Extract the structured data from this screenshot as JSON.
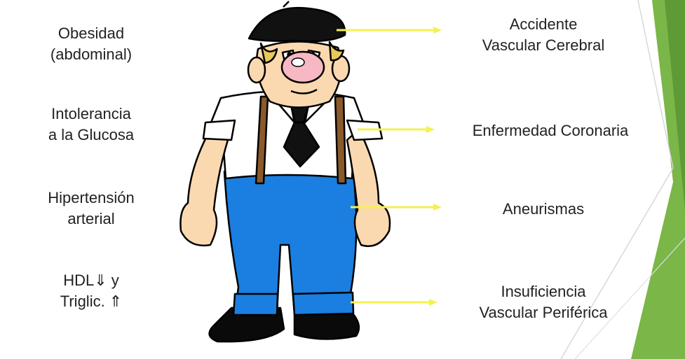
{
  "risk_factors": [
    {
      "line1": "Obesidad",
      "line2": "(abdominal)"
    },
    {
      "line1": "Intolerancia",
      "line2": "a la Glucosa"
    },
    {
      "line1": "Hipertensión",
      "line2": "arterial"
    },
    {
      "line1": "HDL⇓ y",
      "line2": "Triglic. ⇑"
    }
  ],
  "outcomes": [
    {
      "line1": "Accidente",
      "line2": "Vascular Cerebral"
    },
    {
      "line1": "Enfermedad Coronaria",
      "line2": ""
    },
    {
      "line1": "Aneurismas",
      "line2": ""
    },
    {
      "line1": "Insuficiencia",
      "line2": "Vascular Periférica"
    }
  ],
  "colors": {
    "arrow": "#f2f250",
    "pants": "#1a7fe0",
    "skin": "#fbd9b0",
    "beret": "#111111",
    "suspenders": "#8a5a2b",
    "nose": "#f7b8c3",
    "accent_green": "#7ab648",
    "text": "#222222"
  }
}
